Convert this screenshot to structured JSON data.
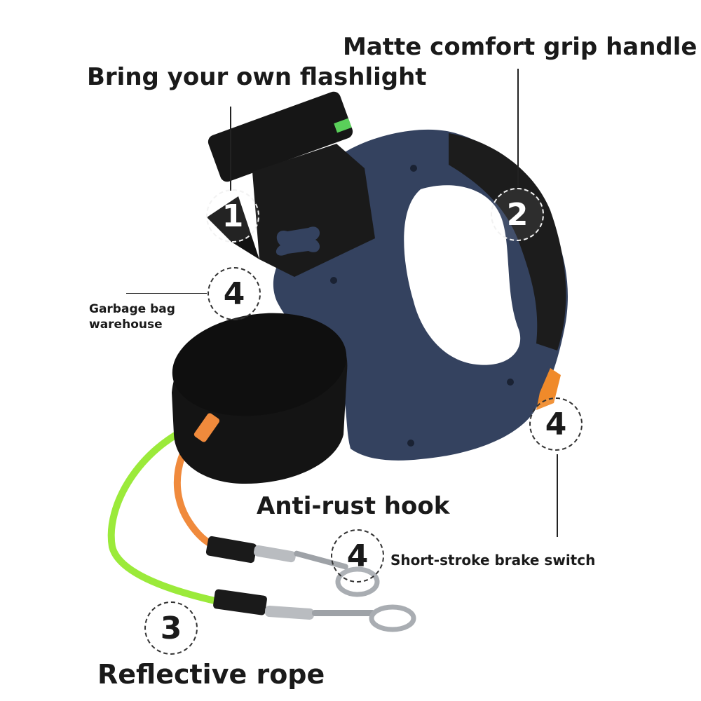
{
  "labels": {
    "grip": "Matte comfort grip handle",
    "flashlight": "Bring your own flashlight",
    "garbage": "Garbage bag\nwarehouse",
    "hook": "Anti-rust hook",
    "brake": "Short-stroke brake switch",
    "rope": "Reflective rope"
  },
  "markers": {
    "flashlight": "1",
    "grip": "2",
    "rope": "3",
    "garbage": "4",
    "brake": "4",
    "hook": "4"
  },
  "colors": {
    "body_navy": "#34425f",
    "grip_black": "#1c1c1c",
    "reel_black": "#141414",
    "rope_green": "#9bea3a",
    "rope_orange": "#f08a3c",
    "brake_orange": "#f08a2a",
    "metal": "#b9bcc0"
  }
}
